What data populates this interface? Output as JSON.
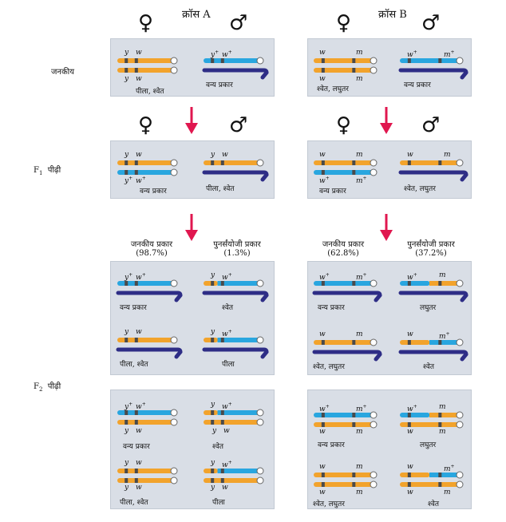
{
  "crossA": {
    "title": "क्रॉस A",
    "female_symbol": "♀",
    "male_symbol": "♂"
  },
  "crossB": {
    "title": "क्रॉस B",
    "female_symbol": "♀",
    "male_symbol": "♂"
  },
  "rows": {
    "parental": "जनकीय",
    "f1_prefix": "F",
    "f1_sub": "1",
    "f1_word": "पीढ़ी",
    "f2_prefix": "F",
    "f2_sub": "2",
    "f2_word": "पीढ़ी"
  },
  "f2_headers": {
    "a_parental": "जनकीय प्रकार",
    "a_parental_pct": "(98.7%)",
    "a_recomb": "पुनर्संयोजी प्रकार",
    "a_recomb_pct": "(1.3%)",
    "b_parental": "जनकीय प्रकार",
    "b_parental_pct": "(62.8%)",
    "b_recomb": "पुनर्संयोजी प्रकार",
    "b_recomb_pct": "(37.2%)"
  },
  "phenotypes": {
    "yellow_white": "पीला, श्वेत",
    "wild": "वन्य प्रकार",
    "white_mini": "श्वेत, लघुतर",
    "white": "श्वेत",
    "yellow": "पीला",
    "mini": "लघुतर"
  },
  "genes": {
    "y": "y",
    "w": "w",
    "m": "m",
    "plus": "+"
  },
  "colors": {
    "orange": "#f2a32c",
    "blue": "#29a6df",
    "navy": "#2e2d86",
    "band": "#4a4a4a",
    "arrow": "#e0174f",
    "panel": "#d9dee6"
  }
}
